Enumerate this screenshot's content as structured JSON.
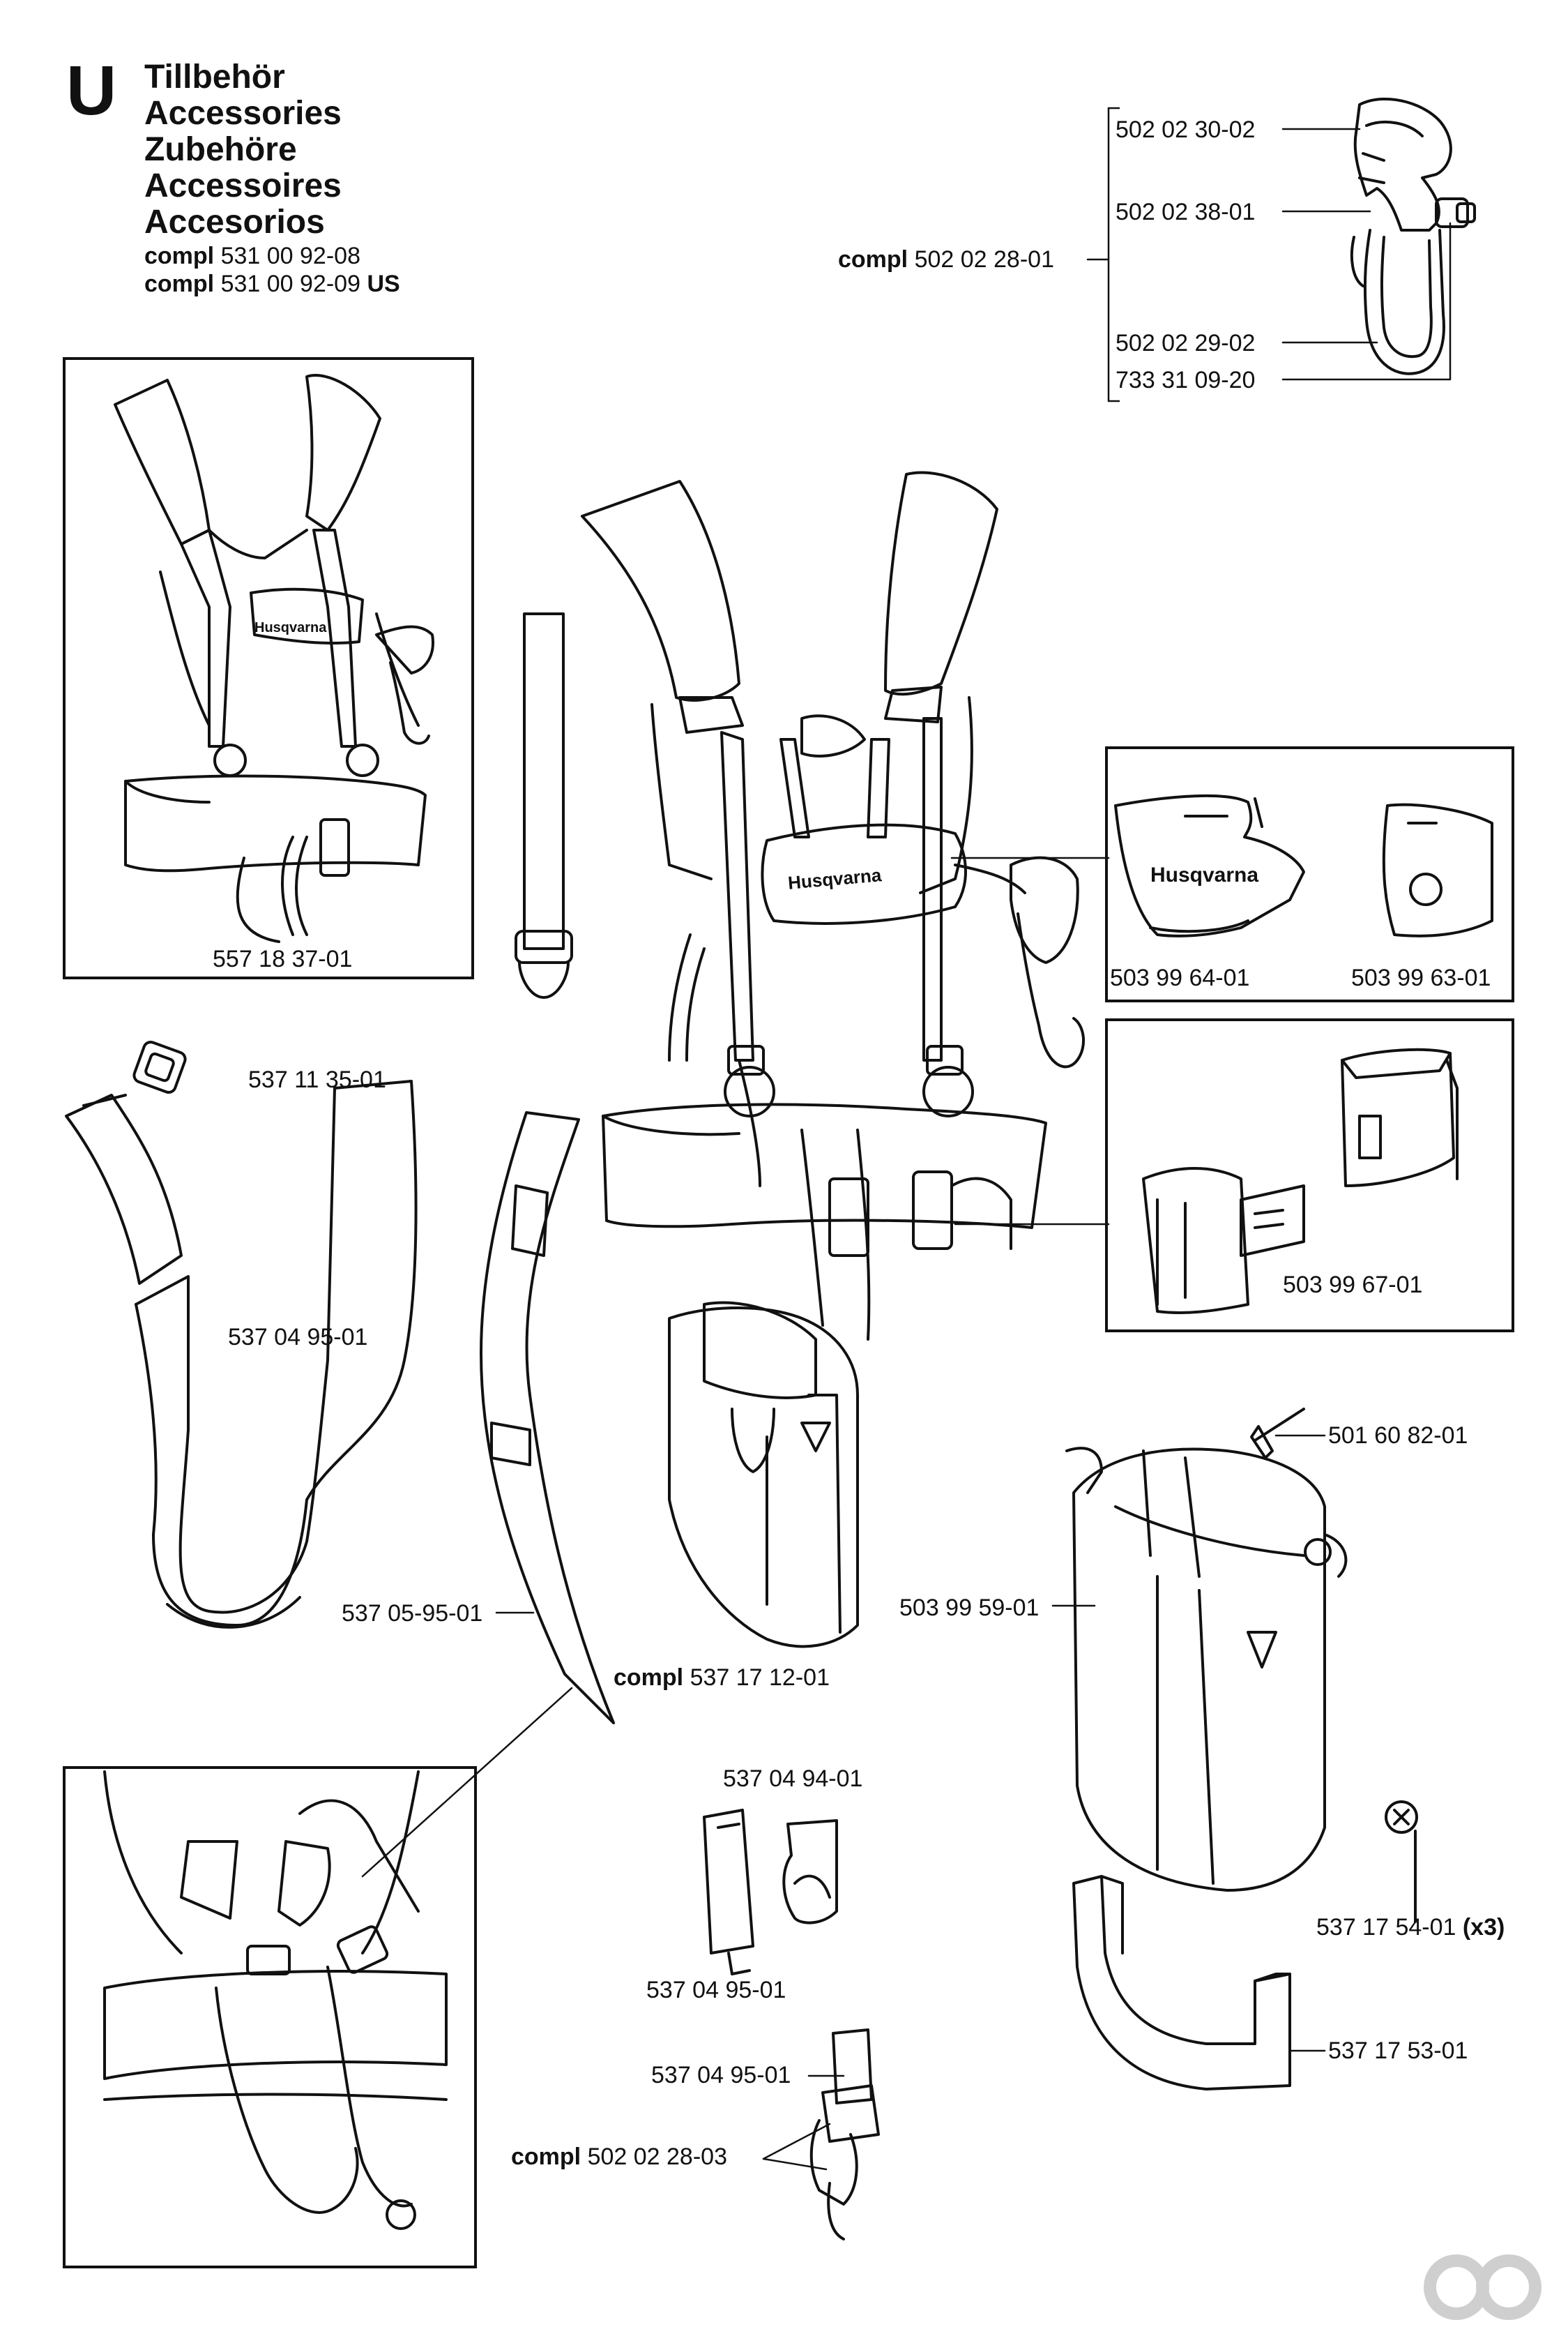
{
  "header": {
    "section_letter": "U",
    "titles": [
      "Tillbehör",
      "Accessories",
      "Zubehöre",
      "Accessoires",
      "Accesorios"
    ],
    "compl_word": "compl",
    "kit1_number": "531 00 92-08",
    "kit2_number": "531 00 92-09",
    "kit2_suffix": "US"
  },
  "parts": {
    "p_502_02_30_02": "502 02 30-02",
    "p_502_02_38_01": "502 02 38-01",
    "p_502_02_28_01": "502 02 28-01",
    "p_502_02_29_02": "502 02 29-02",
    "p_733_31_09_20": "733 31 09-20",
    "p_557_18_37_01": "557 18 37-01",
    "p_503_99_64_01": "503 99 64-01",
    "p_503_99_63_01": "503 99 63-01",
    "p_503_99_67_01": "503 99 67-01",
    "p_537_11_35_01": "537 11 35-01",
    "p_537_04_95_01_a": "537 04 95-01",
    "p_537_05_95_01": "537 05-95-01",
    "p_537_17_12_01": "537 17 12-01",
    "p_503_99_59_01": "503 99 59-01",
    "p_501_60_82_01": "501 60 82-01",
    "p_537_04_94_01": "537 04 94-01",
    "p_537_04_95_01_b": "537 04 95-01",
    "p_537_04_95_01_c": "537 04 95-01",
    "p_502_02_28_03": "502 02 28-03",
    "p_537_17_54_01": "537 17 54-01",
    "p_537_17_54_01_qty": "(x3)",
    "p_537_17_53_01": "537 17 53-01"
  },
  "compl_word": "compl",
  "brand_text": "Husqvarna"
}
